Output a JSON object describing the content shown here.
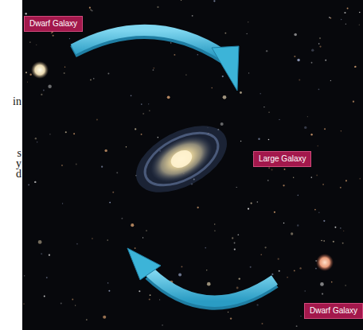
{
  "diagram": {
    "nodes": [
      {
        "text": [
          "Dwarf Galaxy"
        ]
      },
      {
        "text": [
          "Large Galaxy"
        ]
      },
      {
        "text": [
          "Dwarf Galaxy"
        ]
      }
    ],
    "labels": [
      "in",
      "s",
      "y",
      "d"
    ]
  }
}
